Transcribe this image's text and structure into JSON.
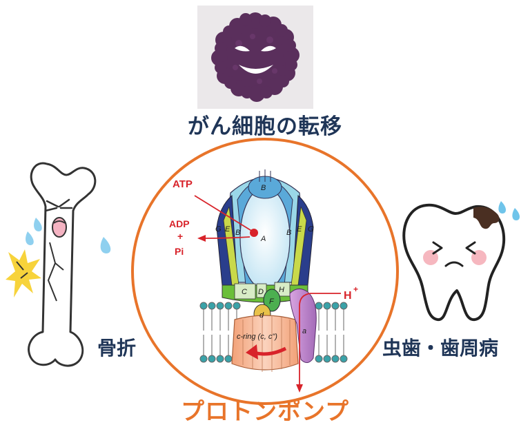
{
  "labels": {
    "cancer": "がん細胞の転移",
    "bone": "骨折",
    "teeth": "虫歯・歯周病",
    "pump": "プロトンポンプ"
  },
  "pump_diagram": {
    "atp": "ATP",
    "adp": "ADP",
    "plus": "+",
    "pi": "Pi",
    "proton": "H",
    "proton_charge": "+",
    "subunits": {
      "A": "A",
      "B_top": "B",
      "B_left": "B",
      "B_right": "B",
      "E_left": "E",
      "E_right": "E",
      "G_left": "G",
      "G_right": "G",
      "C": "C",
      "D": "D",
      "H": "H",
      "F": "F",
      "d": "d",
      "a": "a",
      "c_ring": "c-ring (c, c\")"
    }
  },
  "colors": {
    "label_navy": "#1f3557",
    "pump_orange": "#e8742a",
    "arrow_red": "#d8232a",
    "cancer_cell": "#5a2f5c"
  },
  "icons": [
    "cancer-cell-icon",
    "broken-bone-icon",
    "cavity-tooth-icon",
    "pain-burst-icon",
    "sweat-drop-icon"
  ]
}
